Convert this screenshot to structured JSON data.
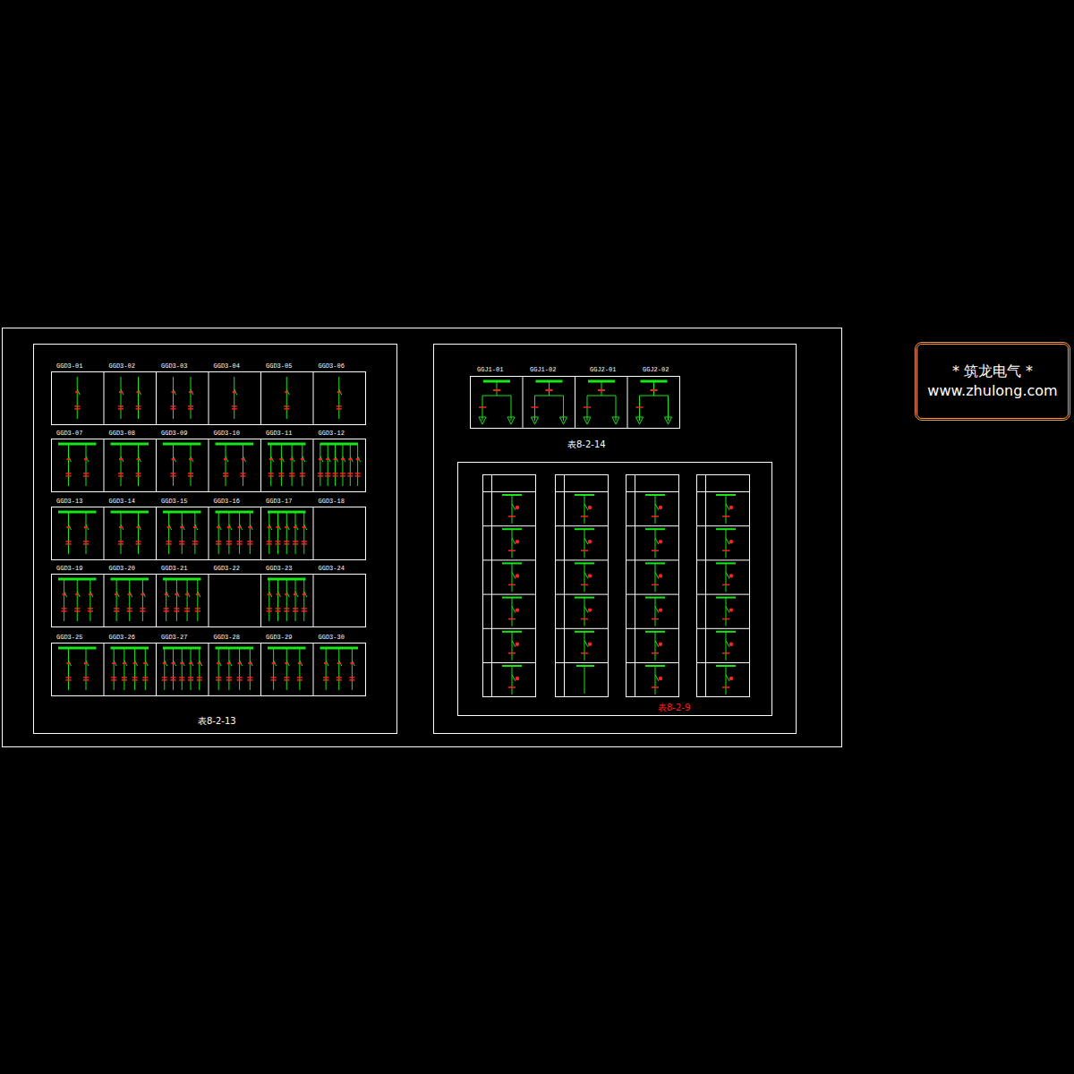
{
  "diagram": {
    "caption": "表8-2-13",
    "nodes": [
      {
        "text": [
          "* 筑龙电气 *",
          "www.zhulong.com"
        ]
      }
    ],
    "edges": [],
    "labels": [
      "GGD3-01",
      "GGD3-02",
      "GGD3-03",
      "GGD3-04",
      "GGD3-05",
      "GGD3-06",
      "GGD3-07",
      "GGD3-08",
      "GGD3-09",
      "GGD3-10",
      "GGD3-11",
      "GGD3-12",
      "GGD3-13",
      "GGD3-14",
      "GGD3-15",
      "GGD3-16",
      "GGD3-17",
      "GGD3-18",
      "GGD3-19",
      "GGD3-20",
      "GGD3-21",
      "GGD3-22",
      "GGD3-23",
      "GGD3-24",
      "GGD3-25",
      "GGD3-26",
      "GGD3-27",
      "GGD3-28",
      "GGD3-29",
      "GGD3-30",
      "GGJ1-01",
      "GGJ1-02",
      "GGJ2-01",
      "GGJ2-02",
      "表8-2-14",
      "表8-2-9"
    ]
  }
}
